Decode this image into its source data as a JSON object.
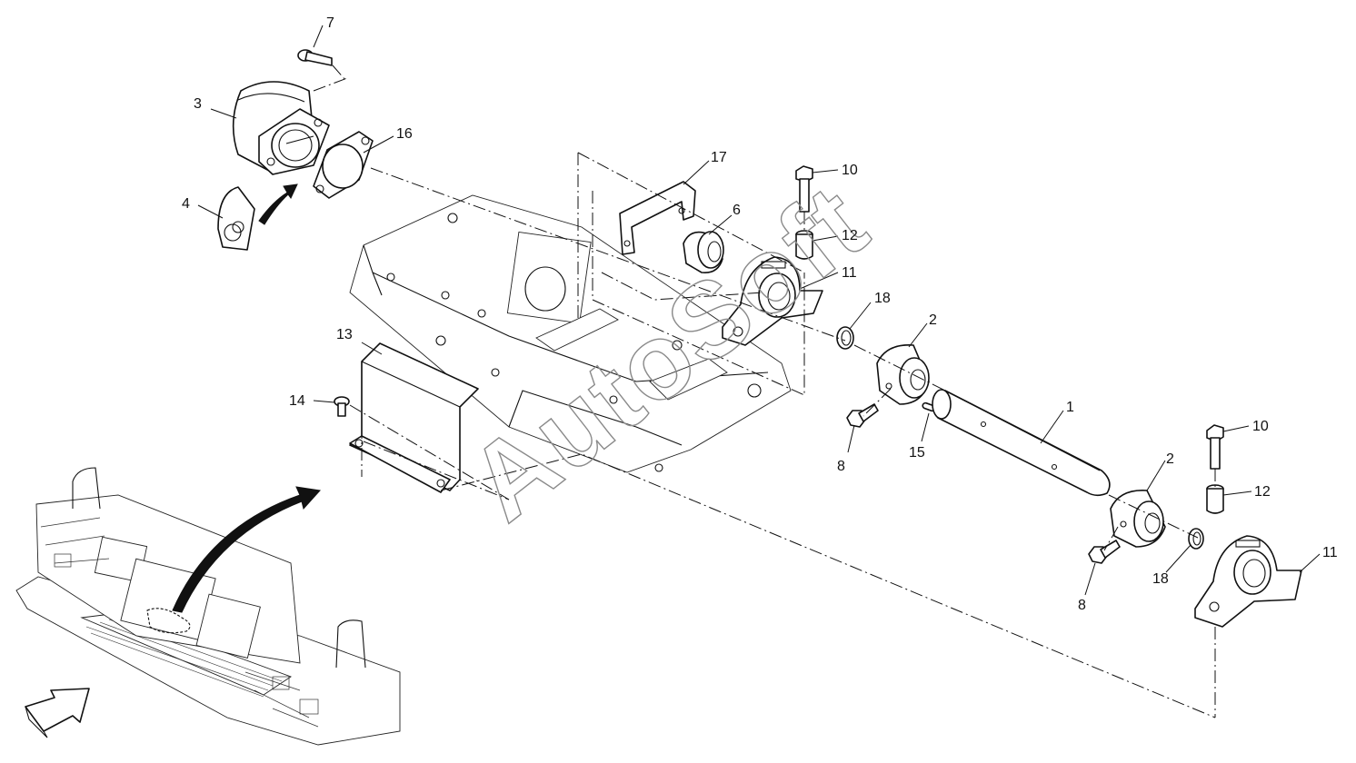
{
  "watermark": "AutoSoft",
  "callouts": [
    {
      "id": "c7",
      "text": "7"
    },
    {
      "id": "c3",
      "text": "3"
    },
    {
      "id": "c16",
      "text": "16"
    },
    {
      "id": "c4",
      "text": "4"
    },
    {
      "id": "c17",
      "text": "17"
    },
    {
      "id": "c6",
      "text": "6"
    },
    {
      "id": "c10a",
      "text": "10"
    },
    {
      "id": "c12a",
      "text": "12"
    },
    {
      "id": "c11a",
      "text": "11"
    },
    {
      "id": "c18a",
      "text": "18"
    },
    {
      "id": "c2a",
      "text": "2"
    },
    {
      "id": "c13",
      "text": "13"
    },
    {
      "id": "c14",
      "text": "14"
    },
    {
      "id": "c1",
      "text": "1"
    },
    {
      "id": "c8a",
      "text": "8"
    },
    {
      "id": "c15",
      "text": "15"
    },
    {
      "id": "c10b",
      "text": "10"
    },
    {
      "id": "c2b",
      "text": "2"
    },
    {
      "id": "c12b",
      "text": "12"
    },
    {
      "id": "c11b",
      "text": "11"
    },
    {
      "id": "c18b",
      "text": "18"
    },
    {
      "id": "c8b",
      "text": "8"
    }
  ]
}
